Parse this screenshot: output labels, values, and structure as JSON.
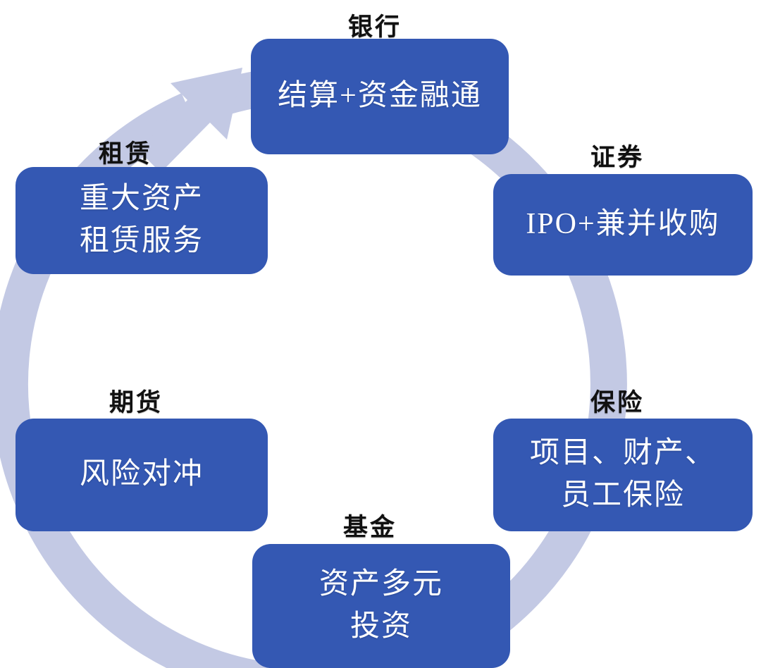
{
  "diagram": {
    "type": "cycle",
    "direction": "counter-clockwise",
    "colors": {
      "node_fill": "#3458B3",
      "node_text": "#FFFFFF",
      "ring": "#C3C9E4",
      "caption_text": "#111111",
      "background": "#FFFFFF"
    },
    "nodes": [
      {
        "id": "bank",
        "caption": "银行",
        "lines": [
          "结算+资金融通"
        ]
      },
      {
        "id": "securities",
        "caption": "证券",
        "lines": [
          "IPO+兼并收购"
        ]
      },
      {
        "id": "insurance",
        "caption": "保险",
        "lines": [
          "项目、财产、",
          "员工保险"
        ]
      },
      {
        "id": "fund",
        "caption": "基金",
        "lines": [
          "资产多元",
          "投资"
        ]
      },
      {
        "id": "futures",
        "caption": "期货",
        "lines": [
          "风险对冲"
        ]
      },
      {
        "id": "leasing",
        "caption": "租赁",
        "lines": [
          "重大资产",
          "租赁服务"
        ]
      }
    ]
  }
}
